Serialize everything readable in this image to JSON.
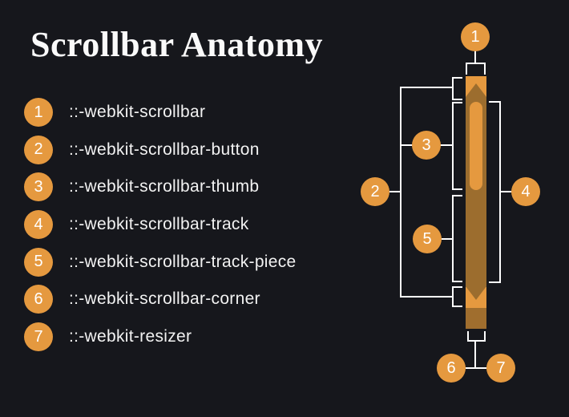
{
  "title": "Scrollbar Anatomy",
  "legend": {
    "items": [
      {
        "num": "1",
        "label": "::-webkit-scrollbar"
      },
      {
        "num": "2",
        "label": "::-webkit-scrollbar-button"
      },
      {
        "num": "3",
        "label": "::-webkit-scrollbar-thumb"
      },
      {
        "num": "4",
        "label": "::-webkit-scrollbar-track"
      },
      {
        "num": "5",
        "label": "::-webkit-scrollbar-track-piece"
      },
      {
        "num": "6",
        "label": "::-webkit-scrollbar-corner"
      },
      {
        "num": "7",
        "label": "::-webkit-resizer"
      }
    ]
  },
  "diagram": {
    "callouts": [
      {
        "num": "1"
      },
      {
        "num": "2"
      },
      {
        "num": "3"
      },
      {
        "num": "4"
      },
      {
        "num": "5"
      },
      {
        "num": "6"
      },
      {
        "num": "7"
      }
    ]
  },
  "colors": {
    "background": "#16171C",
    "accent_orange": "#E5993F",
    "track_brown": "#9C6D2E",
    "corner_brown": "#A06E2E",
    "line_white": "#FFFFFF",
    "text": "#F2F2F2"
  }
}
